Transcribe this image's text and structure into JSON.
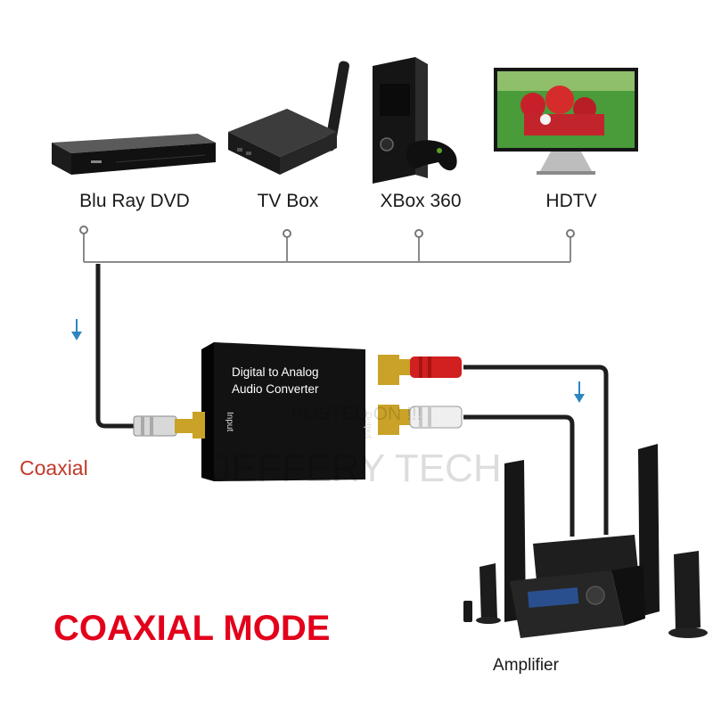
{
  "sources": [
    {
      "label": "Blu Ray DVD",
      "icon": "bluray-player-icon"
    },
    {
      "label": "TV Box",
      "icon": "tv-box-icon"
    },
    {
      "label": "XBox 360",
      "icon": "xbox-console-icon"
    },
    {
      "label": "HDTV",
      "icon": "hdtv-icon"
    }
  ],
  "converter": {
    "title_line1": "Digital  to Analog",
    "title_line2": "Audio Converter",
    "input_label": "Input",
    "output_label": "Output"
  },
  "coaxial_label": "Coaxial",
  "mode_title": "COAXIAL MODE",
  "amplifier_label": "Amplifier",
  "watermark": {
    "line1": "POSTED ON !!!",
    "line2": "JEFFERY TECH"
  },
  "colors": {
    "coaxial_label": "#c0392b",
    "mode_title": "#e3001b",
    "arrow": "#2e86c1",
    "cable": "#2a2a2a",
    "rca_red": "#d21f1f",
    "gold": "#c9a227"
  }
}
